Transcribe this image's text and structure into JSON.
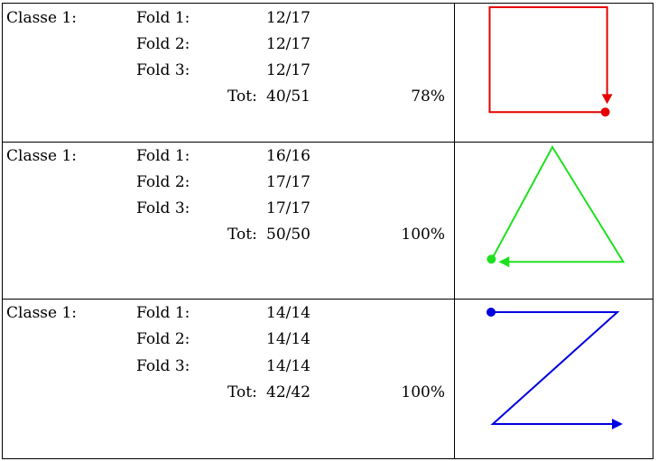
{
  "rows": [
    {
      "class_label": "Classe 1:",
      "folds": [
        {
          "label": "Fold 1:",
          "value": "12/17"
        },
        {
          "label": "Fold 2:",
          "value": "12/17"
        },
        {
          "label": "Fold 3:",
          "value": "12/17"
        }
      ],
      "total_label": "Tot:",
      "total_value": "40/51",
      "percent": "78%",
      "shape": {
        "name": "square-path",
        "color": "#e60000"
      }
    },
    {
      "class_label": "Classe 1:",
      "folds": [
        {
          "label": "Fold 1:",
          "value": "16/16"
        },
        {
          "label": "Fold 2:",
          "value": "17/17"
        },
        {
          "label": "Fold 3:",
          "value": "17/17"
        }
      ],
      "total_label": "Tot:",
      "total_value": "50/50",
      "percent": "100%",
      "shape": {
        "name": "triangle-path",
        "color": "#1ee01e"
      }
    },
    {
      "class_label": "Classe 1:",
      "folds": [
        {
          "label": "Fold 1:",
          "value": "14/14"
        },
        {
          "label": "Fold 2:",
          "value": "14/14"
        },
        {
          "label": "Fold 3:",
          "value": "14/14"
        }
      ],
      "total_label": "Tot:",
      "total_value": "42/42",
      "percent": "100%",
      "shape": {
        "name": "z-path",
        "color": "#0000e0"
      }
    }
  ]
}
